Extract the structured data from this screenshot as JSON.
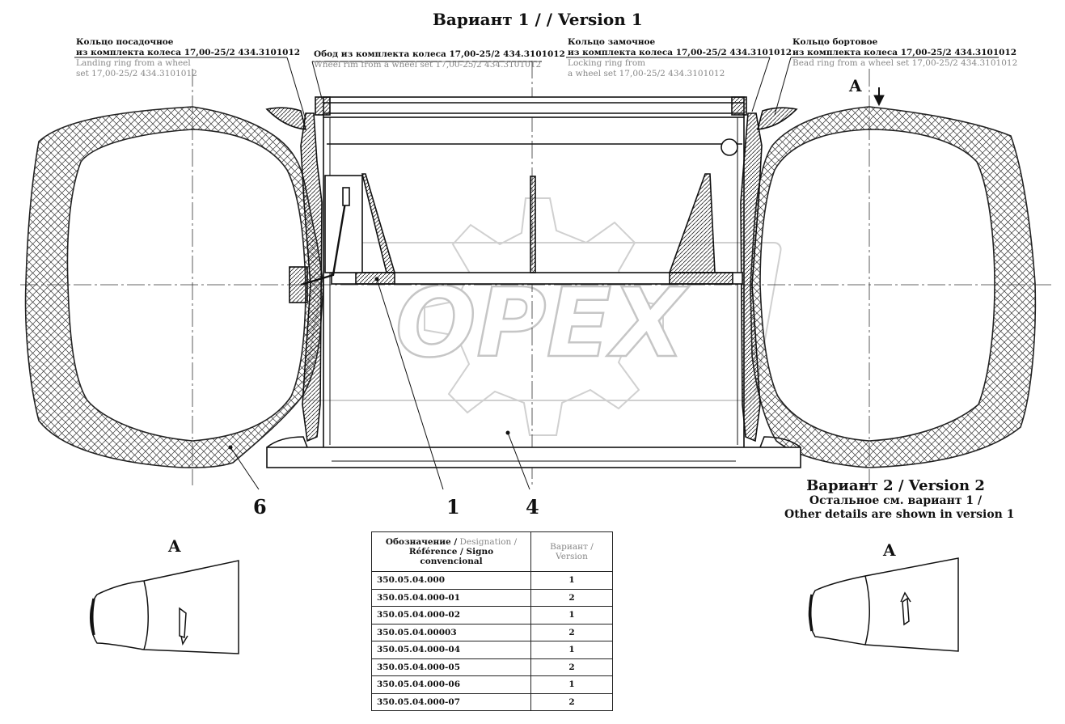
{
  "title": "Вариант 1 / / Version 1",
  "callouts": {
    "landing_ring": {
      "ru_line1": "Кольцо посадочное",
      "ru_line2": "из комплекта колеса 17,00-25/2 434.3101012",
      "en_line1": "Landing ring from a wheel",
      "en_line2": "set 17,00-25/2 434.3101012"
    },
    "wheel_rim": {
      "ru_line1": "Обод из комплекта колеса 17,00-25/2 434.3101012",
      "en_line1": "Wheel rim from a wheel set 17,00-25/2 434.3101012"
    },
    "locking_ring": {
      "ru_line1": "Кольцо замочное",
      "ru_line2": "из комплекта колеса 17,00-25/2 434.3101012",
      "en_line1": "Locking ring from",
      "en_line2": "a wheel set 17,00-25/2 434.3101012"
    },
    "bead_ring": {
      "ru_line1": "Кольцо бортовое",
      "ru_line2": "из комплекта колеса 17,00-25/2 434.3101012",
      "en_line1": "Bead ring from a wheel set 17,00-25/2 434.3101012"
    }
  },
  "view_marker": "A",
  "part_numbers": {
    "p6": "6",
    "p1": "1",
    "p4": "4"
  },
  "watermark": "OPEX",
  "version2": {
    "heading": "Вариант 2 / Version 2",
    "line1": "Остальное см. вариант 1 /",
    "line2": "Other details are shown in version 1"
  },
  "table": {
    "header_designation_ru": "Обозначение /",
    "header_designation_en": " Designation /",
    "header_designation_line2": "Référence / Signo convencional",
    "header_variant_line1": "Вариант /",
    "header_variant_line2": "Version",
    "rows": [
      {
        "designation": "350.05.04.000",
        "variant": "1"
      },
      {
        "designation": "350.05.04.000-01",
        "variant": "2"
      },
      {
        "designation": "350.05.04.000-02",
        "variant": "1"
      },
      {
        "designation": "350.05.04.00003",
        "variant": "2"
      },
      {
        "designation": "350.05.04.000-04",
        "variant": "1"
      },
      {
        "designation": "350.05.04.000-05",
        "variant": "2"
      },
      {
        "designation": "350.05.04.000-06",
        "variant": "1"
      },
      {
        "designation": "350.05.04.000-07",
        "variant": "2"
      }
    ]
  }
}
